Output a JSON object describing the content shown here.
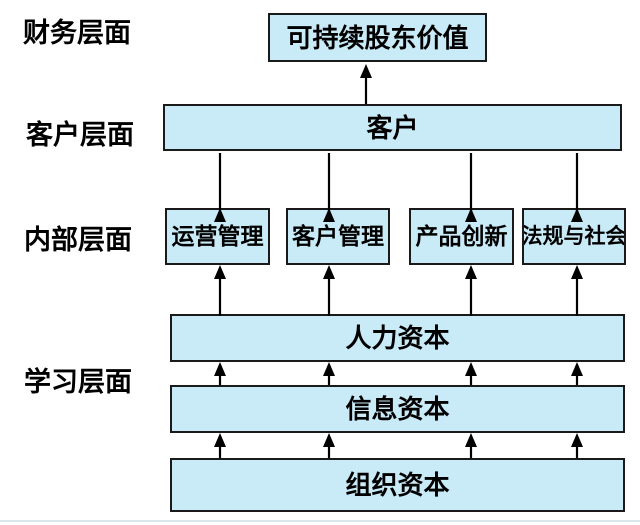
{
  "colors": {
    "background": "#ffffff",
    "node_fill": "#c9eaf7",
    "node_border": "#1a1a1a",
    "arrow": "#000000",
    "text": "#000000"
  },
  "perspective_labels": {
    "financial": "财务层面",
    "customer": "客户层面",
    "internal": "内部层面",
    "learning": "学习层面"
  },
  "nodes": {
    "financial_value": "可持续股东价值",
    "customer": "客户",
    "operations_mgmt": "运营管理",
    "customer_mgmt": "客户管理",
    "product_innovation": "产品创新",
    "regulation_society": "法规与社会",
    "human_capital": "人力资本",
    "information_capital": "信息资本",
    "organization_capital": "组织资本"
  }
}
